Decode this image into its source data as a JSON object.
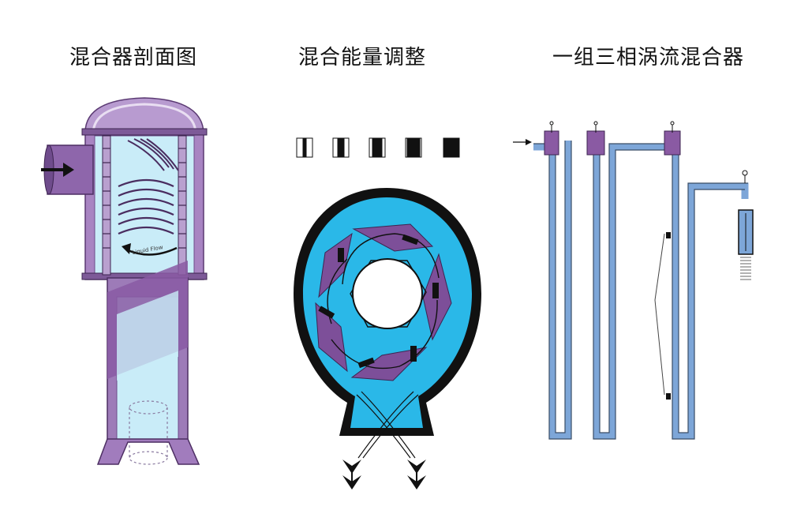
{
  "titles": {
    "panel1": "混合器剖面图",
    "panel2": "混合能量调整",
    "panel3": "一组三相涡流混合器"
  },
  "panel1": {
    "labels": {
      "swirl": "Liquid Flow"
    }
  },
  "panel2": {
    "energy_levels": 5
  },
  "colors": {
    "purple": "#8a5aa3",
    "purple_light": "#b89bd0",
    "cyan": "#2ab8e8",
    "cyan_light": "#bfe9f6",
    "black": "#111111",
    "pipe_blue": "#7da6d8"
  }
}
